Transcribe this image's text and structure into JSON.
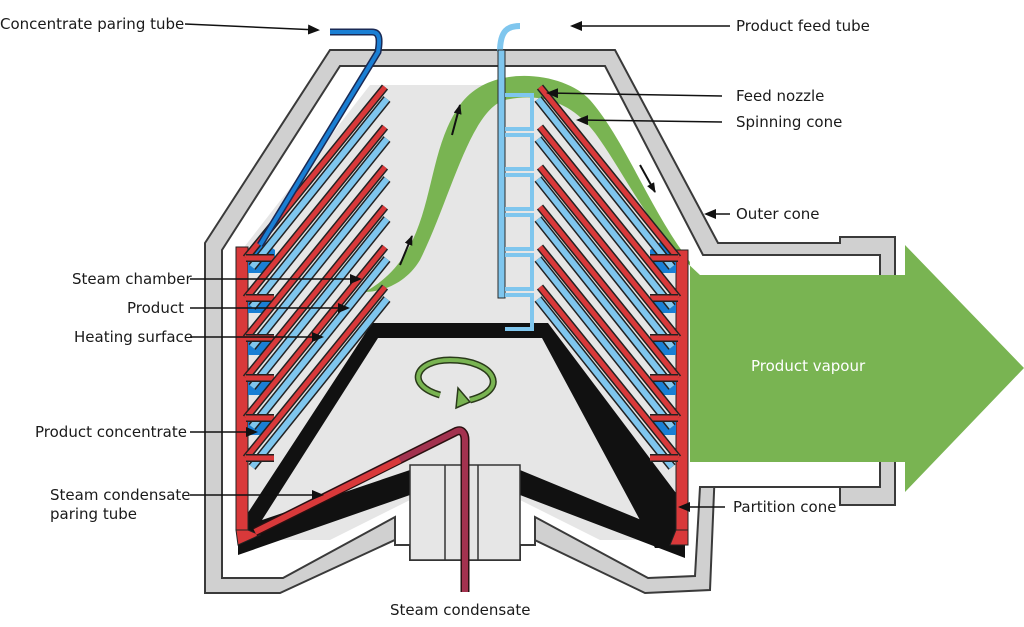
{
  "labels": {
    "concentrate_paring_tube": "Concentrate paring tube",
    "product_feed_tube": "Product feed tube",
    "feed_nozzle": "Feed nozzle",
    "spinning_cone": "Spinning cone",
    "outer_cone": "Outer cone",
    "steam_chamber": "Steam chamber",
    "product": "Product",
    "heating_surface": "Heating surface",
    "product_concentrate": "Product concentrate",
    "steam_condensate_paring_tube_line1": "Steam condensate",
    "steam_condensate_paring_tube_line2": "paring tube",
    "partition_cone": "Partition cone",
    "steam_condensate": "Steam condensate",
    "product_vapour": "Product vapour"
  },
  "colors": {
    "housing": "#d0d0d0",
    "housing_stroke": "#3a3a3a",
    "interior": "#e6e6e6",
    "heating_red": "#d9393a",
    "cooling_blue": "#7fc6ee",
    "concentrate_blue": "#1a7fd4",
    "product_green": "#79b452",
    "partition_black": "#111111",
    "condensate_tube": "#a3324f"
  }
}
